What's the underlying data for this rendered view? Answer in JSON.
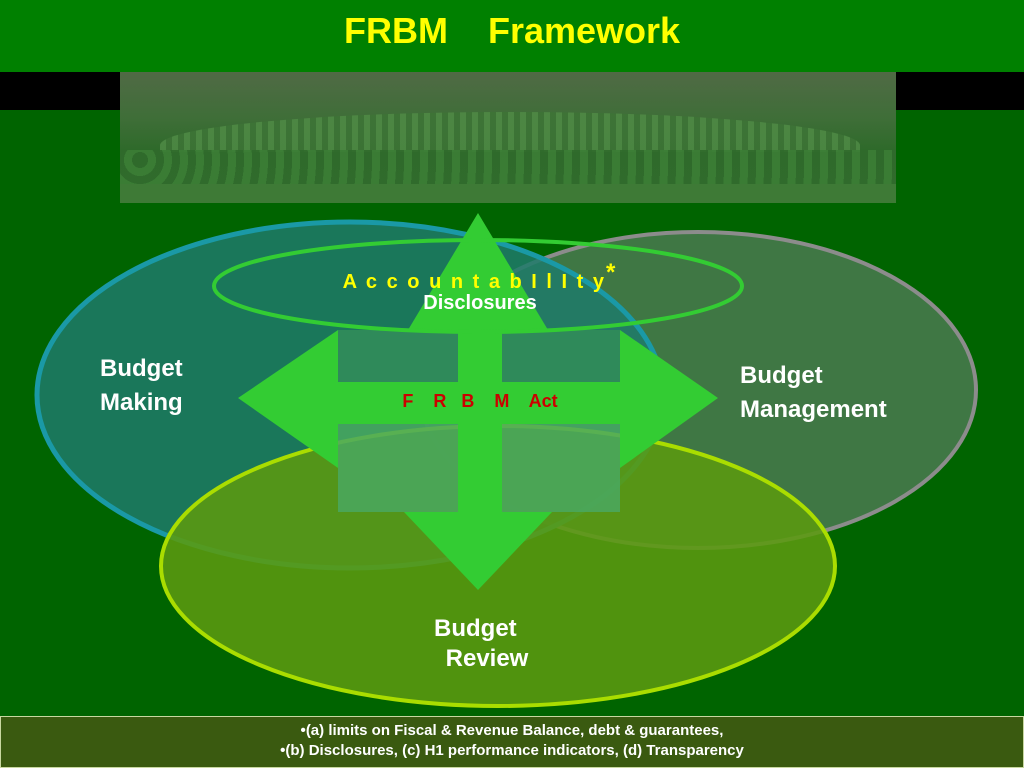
{
  "title": "FRBM    Framework",
  "center": {
    "accountability": "A c c o u n t a b I l I t y",
    "asterisk": "*",
    "disclosures": "Disclosures",
    "frbm_act": "F    R   B    M    Act"
  },
  "circles": {
    "making": [
      "Budget",
      "Making"
    ],
    "management": [
      "Budget",
      "Management"
    ],
    "review": [
      "Budget",
      "Review"
    ]
  },
  "footer": {
    "line1": "(a) limits on  Fiscal & Revenue Balance, debt & guarantees,",
    "line2": "(b) Disclosures, (c) H1 performance indicators, (d) Transparency",
    "bullet": "•"
  },
  "colors": {
    "title_text": "#ffff00",
    "background": "#006400",
    "diamond": "#33cc33",
    "making_stroke": "#1a99a6",
    "management_stroke": "#8c8c8c",
    "review_stroke": "#aadd00",
    "frbm_text": "#cc0000"
  }
}
